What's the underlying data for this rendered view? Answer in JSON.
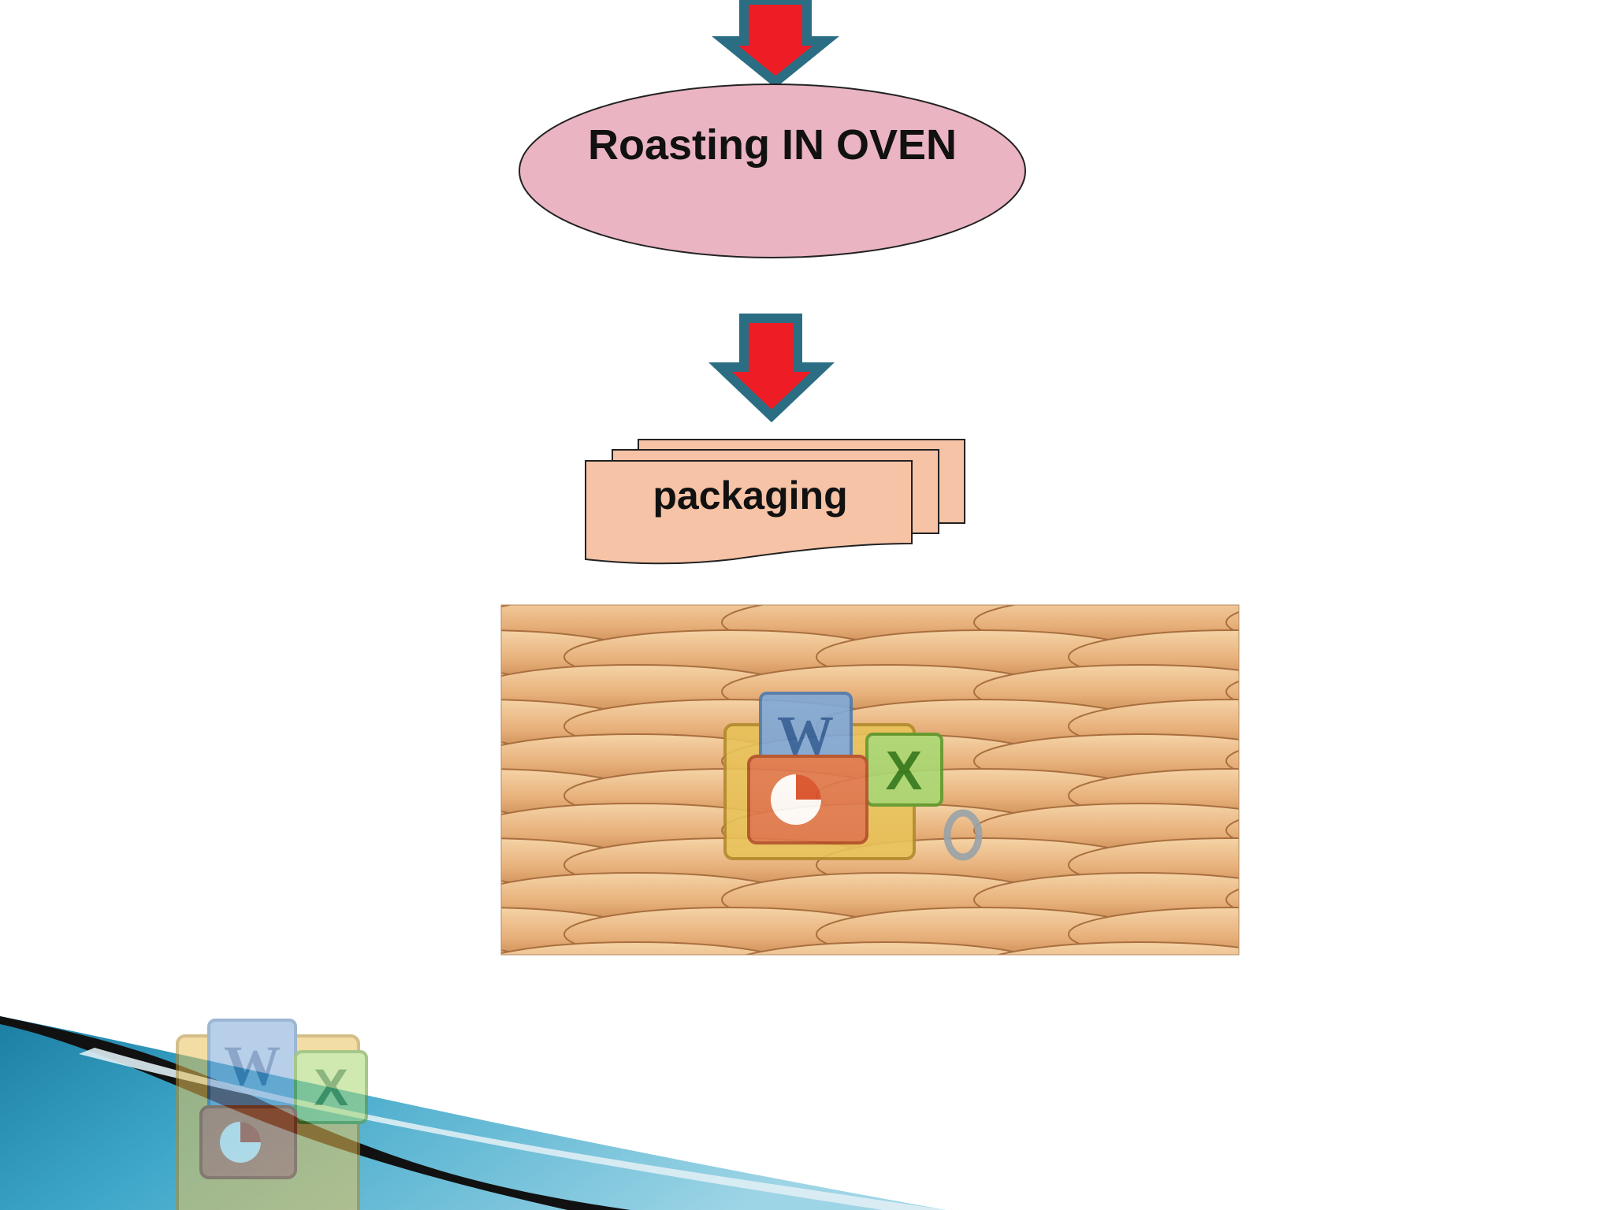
{
  "steps": [
    {
      "label": "Roasting IN OVEN",
      "shape": "ellipse",
      "fill": "#eab4c2"
    },
    {
      "label": "packaging",
      "shape": "multi-document",
      "fill": "#f6c3a6"
    }
  ],
  "arrow": {
    "fill": "#ee1c24",
    "outline": "#2b6e84"
  },
  "photo": {
    "subject": "baked biscuits",
    "overlay_icon": "office-folder-icon"
  },
  "decoration": {
    "corner": "blue-swoosh",
    "icon": "office-folder-icon"
  }
}
